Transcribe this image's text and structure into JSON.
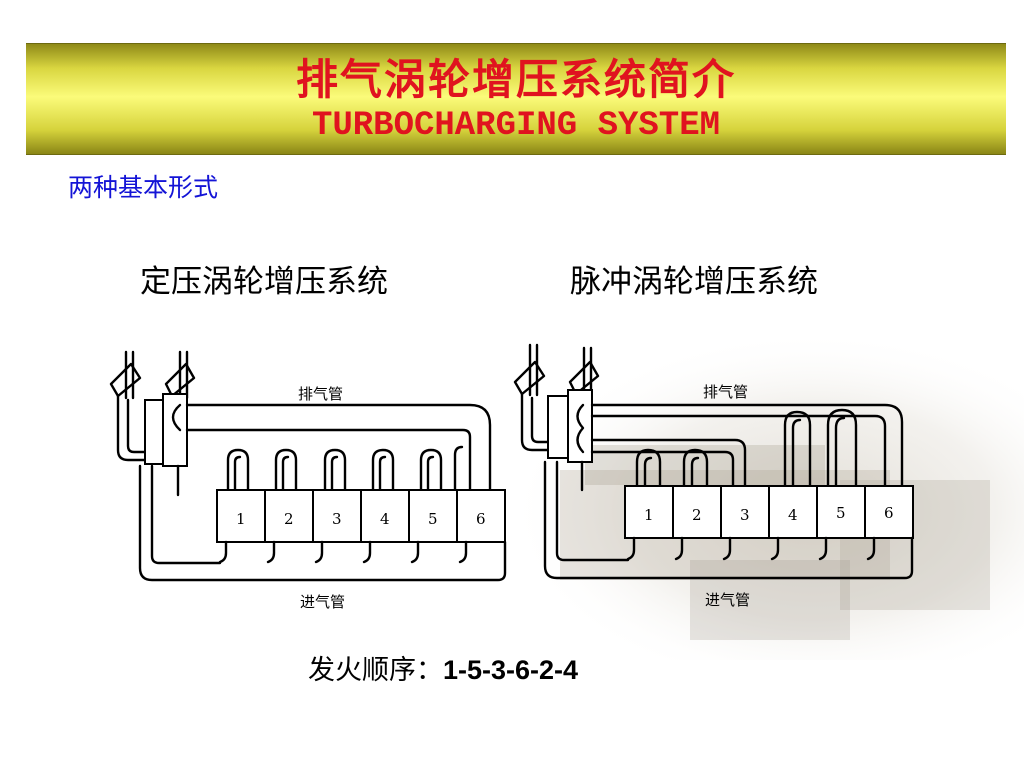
{
  "title": {
    "cn": "排气涡轮增压系统简介",
    "en": "TURBOCHARGING SYSTEM"
  },
  "subtitle": "两种基本形式",
  "systems": [
    {
      "heading": "定压涡轮增压系统",
      "exhaust_label": "排气管",
      "intake_label": "进气管",
      "cylinders": [
        "1",
        "2",
        "3",
        "4",
        "5",
        "6"
      ]
    },
    {
      "heading": "脉冲涡轮增压系统",
      "exhaust_label": "排气管",
      "intake_label": "进气管",
      "cylinders": [
        "1",
        "2",
        "3",
        "4",
        "5",
        "6"
      ]
    }
  ],
  "firing_order": {
    "label": "发火顺序：",
    "value": "1-5-3-6-2-4"
  },
  "colors": {
    "title": "#e0131f",
    "subtitle": "#1414d6",
    "banner": "#fbfb7a"
  }
}
